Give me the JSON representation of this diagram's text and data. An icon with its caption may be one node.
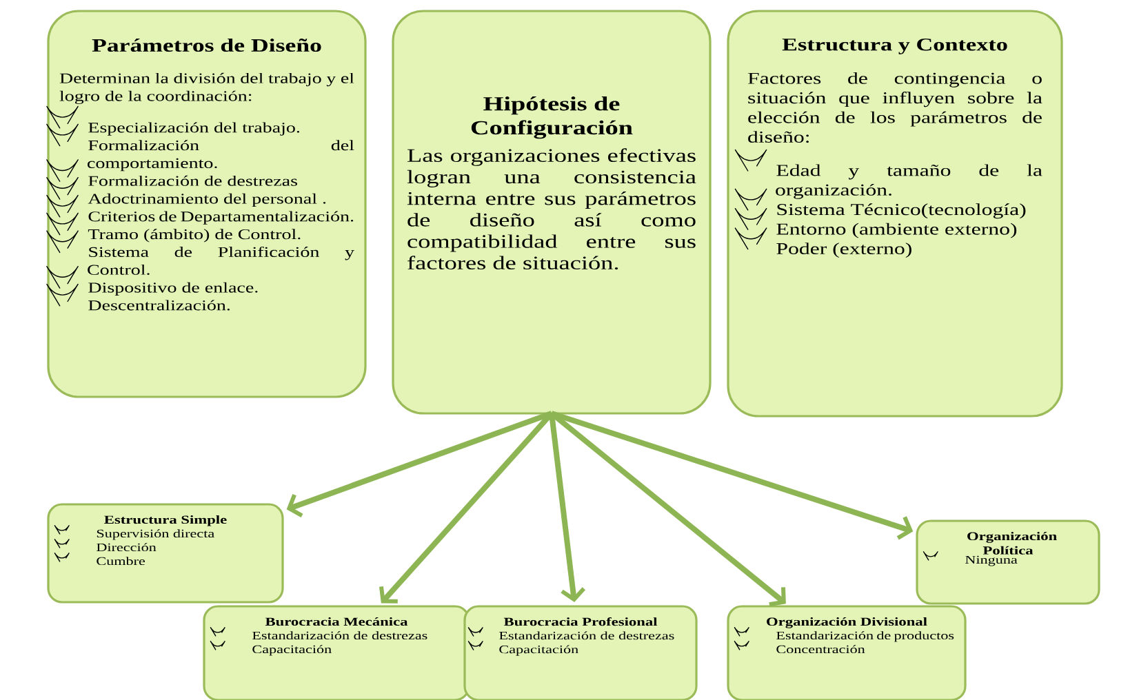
{
  "diagram": {
    "nodes": [
      {
        "text": [
          "Parámetros de Diseño",
          "Determinan la división del trabajo y el logro de la coordinación:",
          "Especialización del trabajo.",
          "Formalización del comportamiento.",
          "Formalización de destrezas",
          "Adoctrinamiento del personal .",
          "Criterios de Departamentalización.",
          "Tramo (ámbito) de Control.",
          "Sistema de Planificación y Control.",
          "Dispositivo de enlace.",
          "Descentralización."
        ]
      },
      {
        "text": [
          "Hipótesis de Configuración",
          "Las organizaciones efectivas logran una consistencia interna entre sus parámetros de diseño así como compatibilidad entre sus factores de situación."
        ]
      },
      {
        "text": [
          "Estructura y Contexto",
          "Factores de contingencia o situación que influyen sobre la elección de los parámetros de diseño:",
          "Edad y tamaño de la organización.",
          "Sistema Técnico(tecnología)",
          "Entorno (ambiente externo)",
          "Poder (externo)"
        ]
      },
      {
        "text": [
          "Estructura Simple",
          "Supervisión directa",
          "Dirección",
          "Cumbre"
        ]
      },
      {
        "text": [
          "Burocracia Mecánica",
          "Estandarización de destrezas",
          "Capacitación"
        ]
      },
      {
        "text": [
          "Burocracia Profesional",
          "Estandarización de destrezas",
          "Capacitación"
        ]
      },
      {
        "text": [
          "Organización Divisional",
          "Estandarización de productos",
          "Concentración"
        ]
      },
      {
        "text": [
          "Organización Política",
          "Ninguna"
        ]
      }
    ],
    "edges": [
      {
        "from": 1,
        "to": 3,
        "arrow": "to"
      },
      {
        "from": 1,
        "to": 4,
        "arrow": "to"
      },
      {
        "from": 1,
        "to": 5,
        "arrow": "to"
      },
      {
        "from": 1,
        "to": 6,
        "arrow": "to"
      },
      {
        "from": 1,
        "to": 7,
        "arrow": "to"
      }
    ]
  }
}
